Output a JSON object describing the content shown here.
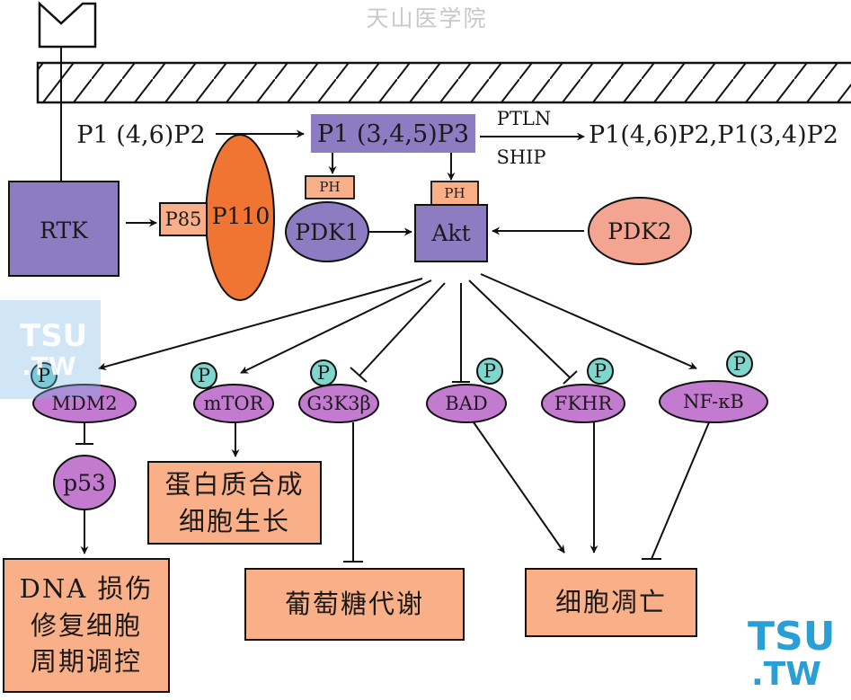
{
  "watermark": {
    "title": "天山医学院",
    "logo_line1": "TSU",
    "logo_line2": ".TW"
  },
  "colors": {
    "purple": "#8e7cc3",
    "magenta": "#c27bcf",
    "orange": "#f07532",
    "salmon": "#f4a591",
    "peach": "#f9b089",
    "teal": "#7fd6cc",
    "logo_blue": "#2a9fd6"
  },
  "labels": {
    "pip2": "P1 (4,6)P2",
    "pip3": "P1 (3,4,5)P3",
    "ptln": "PTLN",
    "ship": "SHIP",
    "products": "P1(4,6)P2,P1(3,4)P2",
    "rtk": "RTK",
    "p85": "P85",
    "p110": "P110",
    "ph": "PH",
    "pdk1": "PDK1",
    "akt": "Akt",
    "pdk2": "PDK2",
    "p": "P",
    "mdm2": "MDM2",
    "mtor": "mTOR",
    "g3k3b": "G3K3β",
    "bad": "BAD",
    "fkhr": "FKHR",
    "nfkb": "NF-κB",
    "p53": "p53",
    "out_dna": [
      "DNA 损伤",
      "修复细胞",
      "周期调控"
    ],
    "out_protein": [
      "蛋白质合成",
      "细胞生长"
    ],
    "out_glucose": "葡萄糖代谢",
    "out_apoptosis": "细胞凋亡"
  },
  "icons": {
    "receptor": "receptor-icon",
    "membrane": "cell-membrane",
    "phosphate": "phosphate-icon"
  }
}
